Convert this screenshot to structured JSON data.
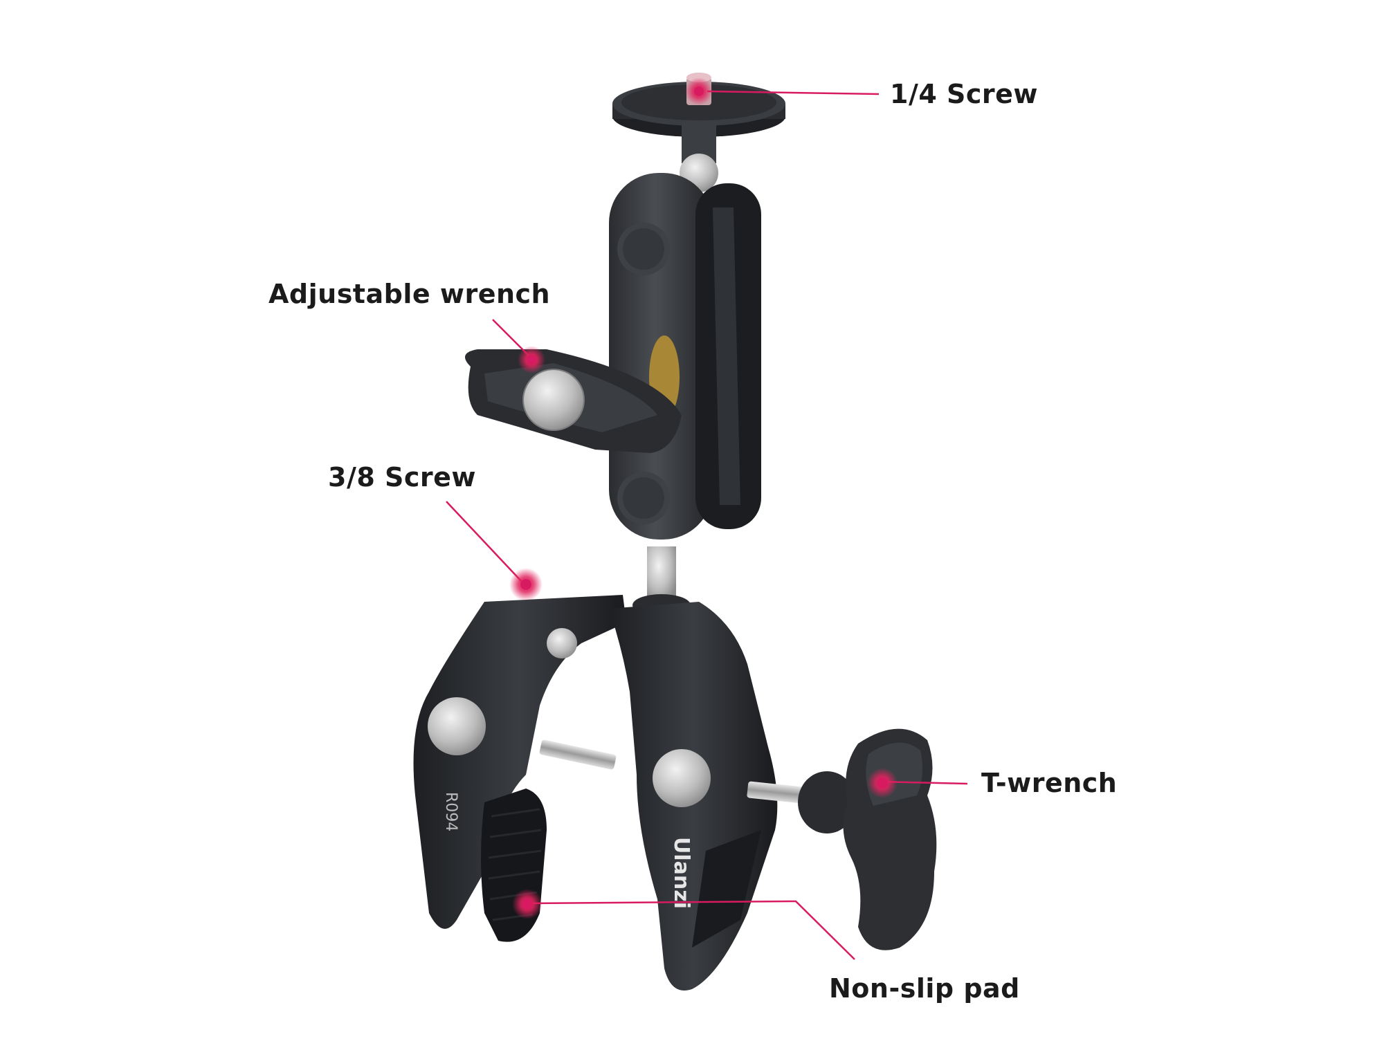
{
  "callouts": {
    "quarter_screw": "1/4 Screw",
    "adjustable_wrench": "Adjustable wrench",
    "eighth_screw": "3/8 Screw",
    "t_wrench": "T-wrench",
    "non_slip_pad": "Non-slip pad"
  },
  "product": {
    "brand": "Ulanzi",
    "model": "R094"
  },
  "colors": {
    "accent": "#d81b60",
    "body": "#2b2d31",
    "metal": "#c9c9c9",
    "text": "#1b1b1b"
  }
}
